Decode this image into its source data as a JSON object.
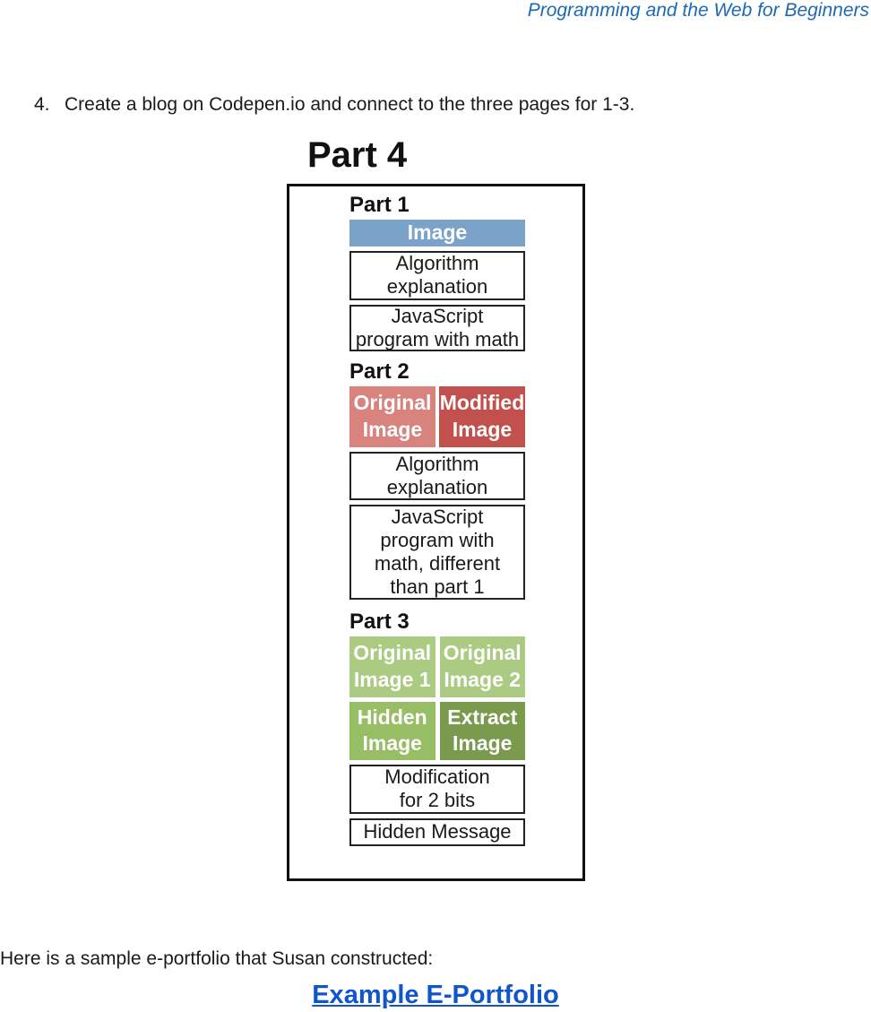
{
  "header": {
    "title": "Programming and the Web for Beginners",
    "color": "#1C69B4"
  },
  "task": {
    "number": "4.",
    "text": "Create a blog on Codepen.io and connect to the three pages for 1-3."
  },
  "heading": {
    "title": "Part 4"
  },
  "diagram": {
    "part1": {
      "label": "Part 1",
      "image_box": "Image",
      "algorithm_box": "Algorithm\nexplanation",
      "javascript_box": "JavaScript\nprogram with math"
    },
    "part2": {
      "label": "Part 2",
      "original_box": "Original\nImage",
      "modified_box": "Modified\nImage",
      "algorithm_box": "Algorithm\nexplanation",
      "javascript_box": "JavaScript\nprogram with\nmath, different\nthan part 1"
    },
    "part3": {
      "label": "Part 3",
      "original1_box": "Original\nImage 1",
      "original2_box": "Original\nImage 2",
      "hidden_box": "Hidden\nImage",
      "extract_box": "Extract\nImage",
      "modification_box": "Modification\nfor 2 bits",
      "message_box": "Hidden Message"
    },
    "colors": {
      "blue": "#7BA3C9",
      "red_light": "#D8837E",
      "red_dark": "#C2504C",
      "green_light": "#ABCA82",
      "green_mid": "#97BD65",
      "green_dark": "#7A9B4E"
    }
  },
  "footer": {
    "text": "Here is a sample e-portfolio that Susan constructed:",
    "link_label": "Example E-Portfolio",
    "link_color": "#1155CC"
  }
}
